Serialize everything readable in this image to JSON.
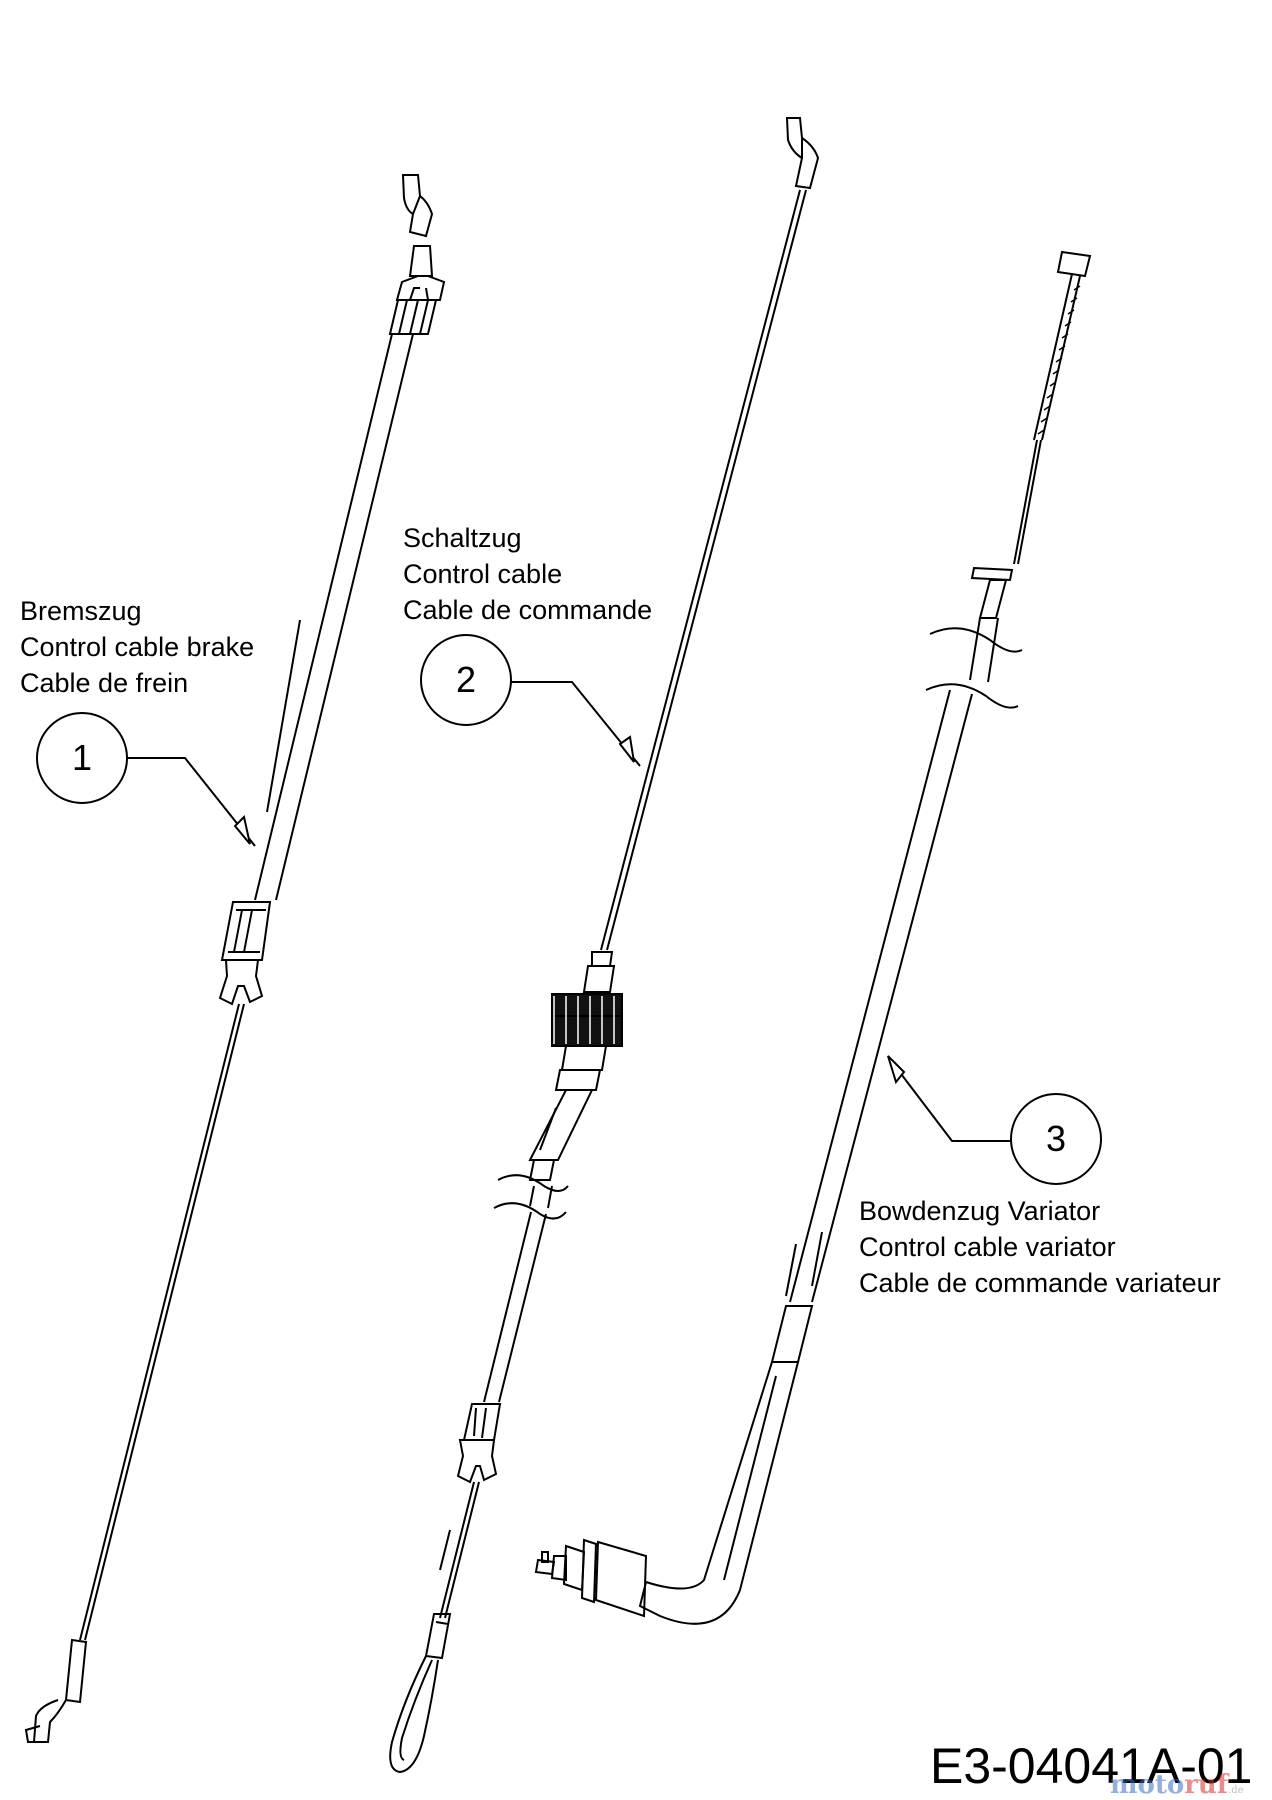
{
  "callouts": [
    {
      "number": "1",
      "lines": [
        "Bremszug",
        "Control cable brake",
        "Cable de frein"
      ]
    },
    {
      "number": "2",
      "lines": [
        "Schaltzug",
        "Control cable",
        "Cable de commande"
      ]
    },
    {
      "number": "3",
      "lines": [
        "Bowdenzug Variator",
        "Control cable variator",
        "Cable de commande variateur"
      ]
    }
  ],
  "drawing_code": "E3-04041A-01",
  "watermark": {
    "part1": "moto",
    "part2": "ruf",
    "part3": ".de"
  }
}
